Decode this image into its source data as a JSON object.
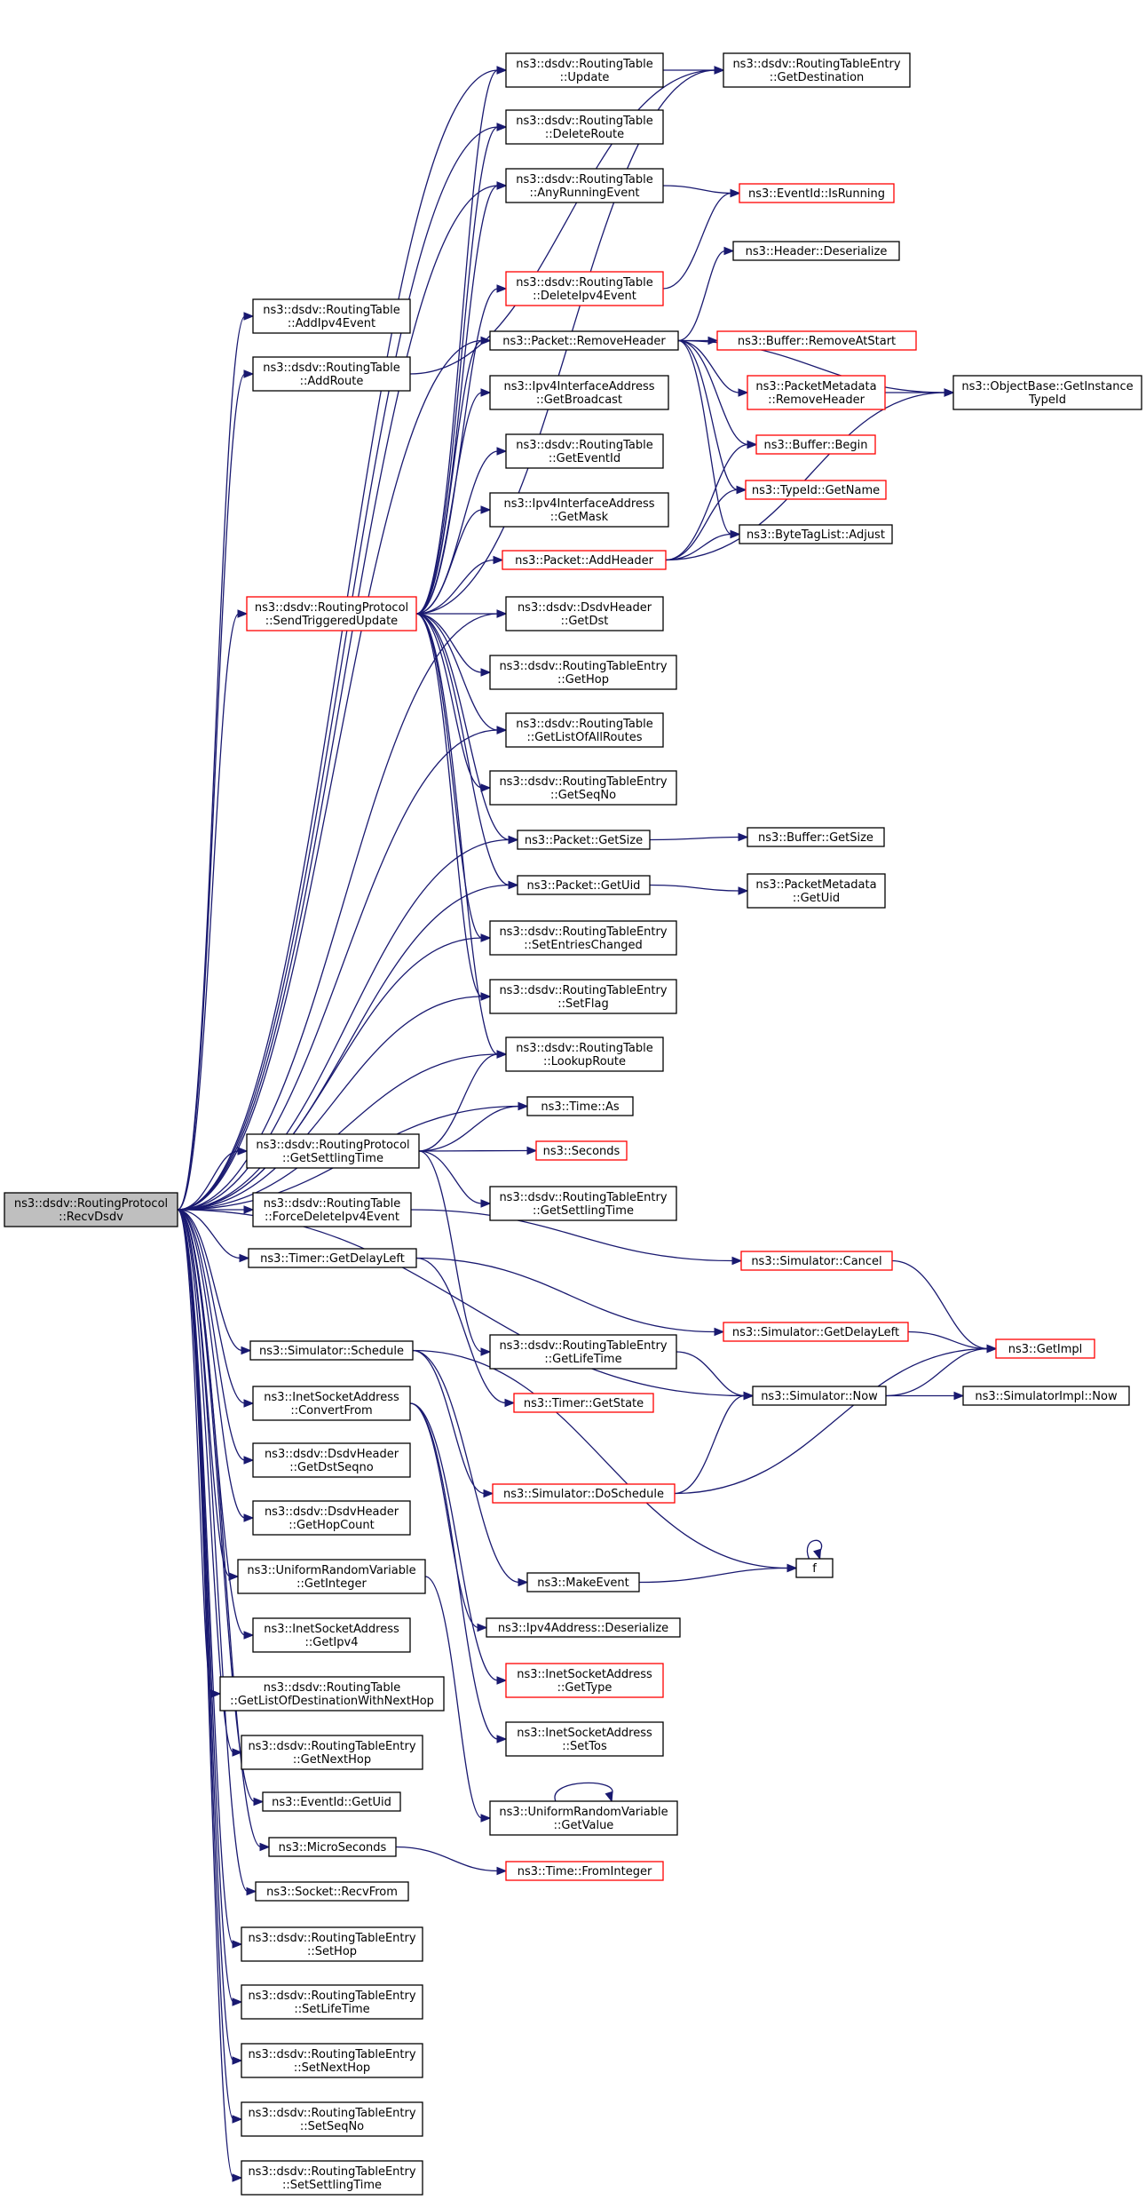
{
  "nodes": [
    {
      "id": "recv",
      "lines": [
        "ns3::dsdv::RoutingProtocol",
        "::RecvDsdv"
      ],
      "border": "root"
    },
    {
      "id": "addipv4",
      "lines": [
        "ns3::dsdv::RoutingTable",
        "::AddIpv4Event"
      ],
      "border": "black"
    },
    {
      "id": "addroute",
      "lines": [
        "ns3::dsdv::RoutingTable",
        "::AddRoute"
      ],
      "border": "black"
    },
    {
      "id": "sendtrig",
      "lines": [
        "ns3::dsdv::RoutingProtocol",
        "::SendTriggeredUpdate"
      ],
      "border": "red"
    },
    {
      "id": "getsettling",
      "lines": [
        "ns3::dsdv::RoutingProtocol",
        "::GetSettlingTime"
      ],
      "border": "black"
    },
    {
      "id": "forcedel",
      "lines": [
        "ns3::dsdv::RoutingTable",
        "::ForceDeleteIpv4Event"
      ],
      "border": "black"
    },
    {
      "id": "timerdelay",
      "lines": [
        "ns3::Timer::GetDelayLeft"
      ],
      "border": "black"
    },
    {
      "id": "simsched",
      "lines": [
        "ns3::Simulator::Schedule"
      ],
      "border": "black"
    },
    {
      "id": "inetconv",
      "lines": [
        "ns3::InetSocketAddress",
        "::ConvertFrom"
      ],
      "border": "black"
    },
    {
      "id": "getdstseq",
      "lines": [
        "ns3::dsdv::DsdvHeader",
        "::GetDstSeqno"
      ],
      "border": "black"
    },
    {
      "id": "gethopcount",
      "lines": [
        "ns3::dsdv::DsdvHeader",
        "::GetHopCount"
      ],
      "border": "black"
    },
    {
      "id": "urvint",
      "lines": [
        "ns3::UniformRandomVariable",
        "::GetInteger"
      ],
      "border": "black"
    },
    {
      "id": "inetipv4",
      "lines": [
        "ns3::InetSocketAddress",
        "::GetIpv4"
      ],
      "border": "black"
    },
    {
      "id": "getlistdest",
      "lines": [
        "ns3::dsdv::RoutingTable",
        "::GetListOfDestinationWithNextHop"
      ],
      "border": "black"
    },
    {
      "id": "getnexthop",
      "lines": [
        "ns3::dsdv::RoutingTableEntry",
        "::GetNextHop"
      ],
      "border": "black"
    },
    {
      "id": "eventuid",
      "lines": [
        "ns3::EventId::GetUid"
      ],
      "border": "black"
    },
    {
      "id": "micro",
      "lines": [
        "ns3::MicroSeconds"
      ],
      "border": "black"
    },
    {
      "id": "recvfrom",
      "lines": [
        "ns3::Socket::RecvFrom"
      ],
      "border": "black"
    },
    {
      "id": "sethop",
      "lines": [
        "ns3::dsdv::RoutingTableEntry",
        "::SetHop"
      ],
      "border": "black"
    },
    {
      "id": "setlife",
      "lines": [
        "ns3::dsdv::RoutingTableEntry",
        "::SetLifeTime"
      ],
      "border": "black"
    },
    {
      "id": "setnexthop",
      "lines": [
        "ns3::dsdv::RoutingTableEntry",
        "::SetNextHop"
      ],
      "border": "black"
    },
    {
      "id": "setseqno",
      "lines": [
        "ns3::dsdv::RoutingTableEntry",
        "::SetSeqNo"
      ],
      "border": "black"
    },
    {
      "id": "setsettling",
      "lines": [
        "ns3::dsdv::RoutingTableEntry",
        "::SetSettlingTime"
      ],
      "border": "black"
    },
    {
      "id": "update",
      "lines": [
        "ns3::dsdv::RoutingTable",
        "::Update"
      ],
      "border": "black"
    },
    {
      "id": "deleteroute",
      "lines": [
        "ns3::dsdv::RoutingTable",
        "::DeleteRoute"
      ],
      "border": "black"
    },
    {
      "id": "anyrunning",
      "lines": [
        "ns3::dsdv::RoutingTable",
        "::AnyRunningEvent"
      ],
      "border": "black"
    },
    {
      "id": "delipv4",
      "lines": [
        "ns3::dsdv::RoutingTable",
        "::DeleteIpv4Event"
      ],
      "border": "red"
    },
    {
      "id": "removeheader",
      "lines": [
        "ns3::Packet::RemoveHeader"
      ],
      "border": "black"
    },
    {
      "id": "getbroadcast",
      "lines": [
        "ns3::Ipv4InterfaceAddress",
        "::GetBroadcast"
      ],
      "border": "black"
    },
    {
      "id": "geteventid",
      "lines": [
        "ns3::dsdv::RoutingTable",
        "::GetEventId"
      ],
      "border": "black"
    },
    {
      "id": "getmask",
      "lines": [
        "ns3::Ipv4InterfaceAddress",
        "::GetMask"
      ],
      "border": "black"
    },
    {
      "id": "addheader",
      "lines": [
        "ns3::Packet::AddHeader"
      ],
      "border": "red"
    },
    {
      "id": "getdst",
      "lines": [
        "ns3::dsdv::DsdvHeader",
        "::GetDst"
      ],
      "border": "black"
    },
    {
      "id": "gethop",
      "lines": [
        "ns3::dsdv::RoutingTableEntry",
        "::GetHop"
      ],
      "border": "black"
    },
    {
      "id": "getlistall",
      "lines": [
        "ns3::dsdv::RoutingTable",
        "::GetListOfAllRoutes"
      ],
      "border": "black"
    },
    {
      "id": "getseqno",
      "lines": [
        "ns3::dsdv::RoutingTableEntry",
        "::GetSeqNo"
      ],
      "border": "black"
    },
    {
      "id": "pktsize",
      "lines": [
        "ns3::Packet::GetSize"
      ],
      "border": "black"
    },
    {
      "id": "pktuid",
      "lines": [
        "ns3::Packet::GetUid"
      ],
      "border": "black"
    },
    {
      "id": "setentries",
      "lines": [
        "ns3::dsdv::RoutingTableEntry",
        "::SetEntriesChanged"
      ],
      "border": "black"
    },
    {
      "id": "setflag",
      "lines": [
        "ns3::dsdv::RoutingTableEntry",
        "::SetFlag"
      ],
      "border": "black"
    },
    {
      "id": "lookup",
      "lines": [
        "ns3::dsdv::RoutingTable",
        "::LookupRoute"
      ],
      "border": "black"
    },
    {
      "id": "timeas",
      "lines": [
        "ns3::Time::As"
      ],
      "border": "black"
    },
    {
      "id": "seconds",
      "lines": [
        "ns3::Seconds"
      ],
      "border": "red"
    },
    {
      "id": "rtegetsettling",
      "lines": [
        "ns3::dsdv::RoutingTableEntry",
        "::GetSettlingTime"
      ],
      "border": "black"
    },
    {
      "id": "rtegetlife",
      "lines": [
        "ns3::dsdv::RoutingTableEntry",
        "::GetLifeTime"
      ],
      "border": "black"
    },
    {
      "id": "timerstate",
      "lines": [
        "ns3::Timer::GetState"
      ],
      "border": "red"
    },
    {
      "id": "dosched",
      "lines": [
        "ns3::Simulator::DoSchedule"
      ],
      "border": "red"
    },
    {
      "id": "makeevent",
      "lines": [
        "ns3::MakeEvent"
      ],
      "border": "black"
    },
    {
      "id": "ipv4deser",
      "lines": [
        "ns3::Ipv4Address::Deserialize"
      ],
      "border": "black"
    },
    {
      "id": "inettype",
      "lines": [
        "ns3::InetSocketAddress",
        "::GetType"
      ],
      "border": "red"
    },
    {
      "id": "inettos",
      "lines": [
        "ns3::InetSocketAddress",
        "::SetTos"
      ],
      "border": "black"
    },
    {
      "id": "urvval",
      "lines": [
        "ns3::UniformRandomVariable",
        "::GetValue"
      ],
      "border": "black"
    },
    {
      "id": "fromint",
      "lines": [
        "ns3::Time::FromInteger"
      ],
      "border": "red"
    },
    {
      "id": "rtegetdest",
      "lines": [
        "ns3::dsdv::RoutingTableEntry",
        "::GetDestination"
      ],
      "border": "black"
    },
    {
      "id": "evrunning",
      "lines": [
        "ns3::EventId::IsRunning"
      ],
      "border": "red"
    },
    {
      "id": "hdrdeser",
      "lines": [
        "ns3::Header::Deserialize"
      ],
      "border": "black"
    },
    {
      "id": "bufremove",
      "lines": [
        "ns3::Buffer::RemoveAtStart"
      ],
      "border": "red"
    },
    {
      "id": "pmremove",
      "lines": [
        "ns3::PacketMetadata",
        "::RemoveHeader"
      ],
      "border": "red"
    },
    {
      "id": "bufbegin",
      "lines": [
        "ns3::Buffer::Begin"
      ],
      "border": "red"
    },
    {
      "id": "typename",
      "lines": [
        "ns3::TypeId::GetName"
      ],
      "border": "red"
    },
    {
      "id": "bytetag",
      "lines": [
        "ns3::ByteTagList::Adjust"
      ],
      "border": "black"
    },
    {
      "id": "bufsize",
      "lines": [
        "ns3::Buffer::GetSize"
      ],
      "border": "black"
    },
    {
      "id": "pmuid",
      "lines": [
        "ns3::PacketMetadata",
        "::GetUid"
      ],
      "border": "black"
    },
    {
      "id": "simcancel",
      "lines": [
        "ns3::Simulator::Cancel"
      ],
      "border": "red"
    },
    {
      "id": "simdelay",
      "lines": [
        "ns3::Simulator::GetDelayLeft"
      ],
      "border": "red"
    },
    {
      "id": "simnow",
      "lines": [
        "ns3::Simulator::Now"
      ],
      "border": "black"
    },
    {
      "id": "fnode",
      "lines": [
        "f"
      ],
      "border": "black"
    },
    {
      "id": "objinst",
      "lines": [
        "ns3::ObjectBase::GetInstance",
        "TypeId"
      ],
      "border": "black"
    },
    {
      "id": "getimpl",
      "lines": [
        "ns3::GetImpl"
      ],
      "border": "red"
    },
    {
      "id": "simimplnow",
      "lines": [
        "ns3::SimulatorImpl::Now"
      ],
      "border": "black"
    }
  ],
  "edges": [
    [
      "recv",
      "addipv4"
    ],
    [
      "recv",
      "addroute"
    ],
    [
      "recv",
      "sendtrig"
    ],
    [
      "recv",
      "getsettling"
    ],
    [
      "recv",
      "forcedel"
    ],
    [
      "recv",
      "timerdelay"
    ],
    [
      "recv",
      "simsched"
    ],
    [
      "recv",
      "inetconv"
    ],
    [
      "recv",
      "getdstseq"
    ],
    [
      "recv",
      "gethopcount"
    ],
    [
      "recv",
      "urvint"
    ],
    [
      "recv",
      "inetipv4"
    ],
    [
      "recv",
      "getlistdest"
    ],
    [
      "recv",
      "getnexthop"
    ],
    [
      "recv",
      "eventuid"
    ],
    [
      "recv",
      "micro"
    ],
    [
      "recv",
      "recvfrom"
    ],
    [
      "recv",
      "sethop"
    ],
    [
      "recv",
      "setlife"
    ],
    [
      "recv",
      "setnexthop"
    ],
    [
      "recv",
      "setseqno"
    ],
    [
      "recv",
      "setsettling"
    ],
    [
      "recv",
      "update"
    ],
    [
      "recv",
      "deleteroute"
    ],
    [
      "recv",
      "anyrunning"
    ],
    [
      "recv",
      "removeheader"
    ],
    [
      "recv",
      "getdst"
    ],
    [
      "recv",
      "getlistall"
    ],
    [
      "recv",
      "pktsize"
    ],
    [
      "recv",
      "pktuid"
    ],
    [
      "recv",
      "setentries"
    ],
    [
      "recv",
      "setflag"
    ],
    [
      "recv",
      "lookup"
    ],
    [
      "recv",
      "timeas"
    ],
    [
      "recv",
      "simnow"
    ],
    [
      "addroute",
      "rtegetdest"
    ],
    [
      "sendtrig",
      "update"
    ],
    [
      "sendtrig",
      "deleteroute"
    ],
    [
      "sendtrig",
      "anyrunning"
    ],
    [
      "sendtrig",
      "delipv4"
    ],
    [
      "sendtrig",
      "removeheader"
    ],
    [
      "sendtrig",
      "getbroadcast"
    ],
    [
      "sendtrig",
      "geteventid"
    ],
    [
      "sendtrig",
      "getmask"
    ],
    [
      "sendtrig",
      "addheader"
    ],
    [
      "sendtrig",
      "getdst"
    ],
    [
      "sendtrig",
      "gethop"
    ],
    [
      "sendtrig",
      "getlistall"
    ],
    [
      "sendtrig",
      "getseqno"
    ],
    [
      "sendtrig",
      "pktsize"
    ],
    [
      "sendtrig",
      "pktuid"
    ],
    [
      "sendtrig",
      "setentries"
    ],
    [
      "sendtrig",
      "setflag"
    ],
    [
      "sendtrig",
      "lookup"
    ],
    [
      "sendtrig",
      "rtegetdest"
    ],
    [
      "getsettling",
      "lookup"
    ],
    [
      "getsettling",
      "timeas"
    ],
    [
      "getsettling",
      "seconds"
    ],
    [
      "getsettling",
      "rtegetsettling"
    ],
    [
      "getsettling",
      "rtegetlife"
    ],
    [
      "forcedel",
      "simcancel"
    ],
    [
      "timerdelay",
      "timerstate"
    ],
    [
      "timerdelay",
      "simdelay"
    ],
    [
      "simsched",
      "dosched"
    ],
    [
      "simsched",
      "makeevent"
    ],
    [
      "simsched",
      "fnode"
    ],
    [
      "inetconv",
      "ipv4deser"
    ],
    [
      "inetconv",
      "inettype"
    ],
    [
      "inetconv",
      "inettos"
    ],
    [
      "urvint",
      "urvval"
    ],
    [
      "urvval",
      "urvval"
    ],
    [
      "micro",
      "fromint"
    ],
    [
      "update",
      "rtegetdest"
    ],
    [
      "anyrunning",
      "evrunning"
    ],
    [
      "delipv4",
      "evrunning"
    ],
    [
      "removeheader",
      "hdrdeser"
    ],
    [
      "removeheader",
      "bufremove"
    ],
    [
      "removeheader",
      "pmremove"
    ],
    [
      "removeheader",
      "bufbegin"
    ],
    [
      "removeheader",
      "typename"
    ],
    [
      "removeheader",
      "bytetag"
    ],
    [
      "removeheader",
      "objinst"
    ],
    [
      "addheader",
      "bufbegin"
    ],
    [
      "addheader",
      "typename"
    ],
    [
      "addheader",
      "bytetag"
    ],
    [
      "addheader",
      "objinst"
    ],
    [
      "pmremove",
      "objinst"
    ],
    [
      "pktsize",
      "bufsize"
    ],
    [
      "pktuid",
      "pmuid"
    ],
    [
      "simcancel",
      "getimpl"
    ],
    [
      "simdelay",
      "getimpl"
    ],
    [
      "rtegetlife",
      "simnow"
    ],
    [
      "dosched",
      "simnow"
    ],
    [
      "dosched",
      "getimpl"
    ],
    [
      "simnow",
      "getimpl"
    ],
    [
      "simnow",
      "simimplnow"
    ],
    [
      "makeevent",
      "fnode"
    ],
    [
      "fnode",
      "fnode"
    ]
  ]
}
